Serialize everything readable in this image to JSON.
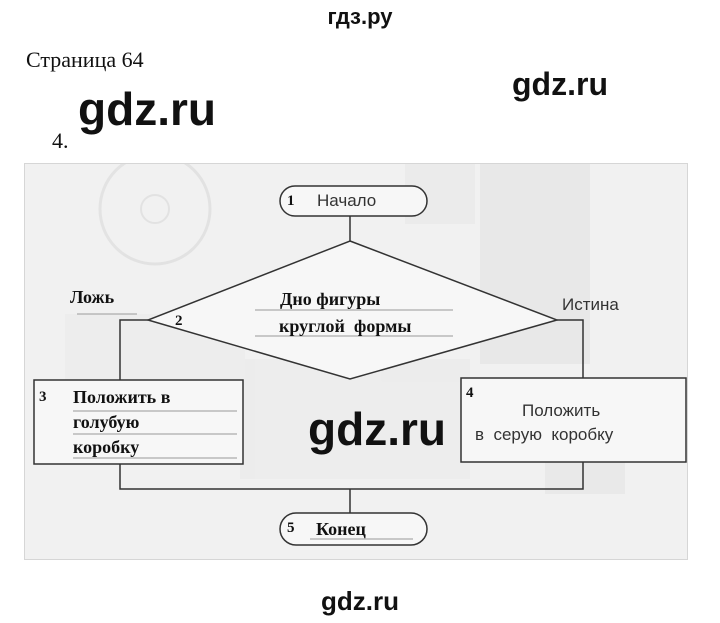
{
  "header": {
    "site": "гдз.ру"
  },
  "page": {
    "label": "Страница 64",
    "task_number": "4."
  },
  "watermarks": {
    "main": "gdz.ru",
    "corner": "gdz.ru",
    "center": "gdz.ru",
    "footer": "gdz.ru"
  },
  "flowchart": {
    "start": {
      "number": "1",
      "text": "Начало"
    },
    "decision": {
      "number": "2",
      "line1": "Дно фигуры",
      "line2": "круглой  формы"
    },
    "false_branch": {
      "label": "Ложь"
    },
    "true_branch": {
      "label": "Истина"
    },
    "action_false": {
      "number": "3",
      "line1": "Положить в",
      "line2": "голубую",
      "line3": "коробку"
    },
    "action_true": {
      "number": "4",
      "line1": "Положить",
      "line2": "в  серую  коробку"
    },
    "end": {
      "number": "5",
      "text": "Конец"
    }
  }
}
